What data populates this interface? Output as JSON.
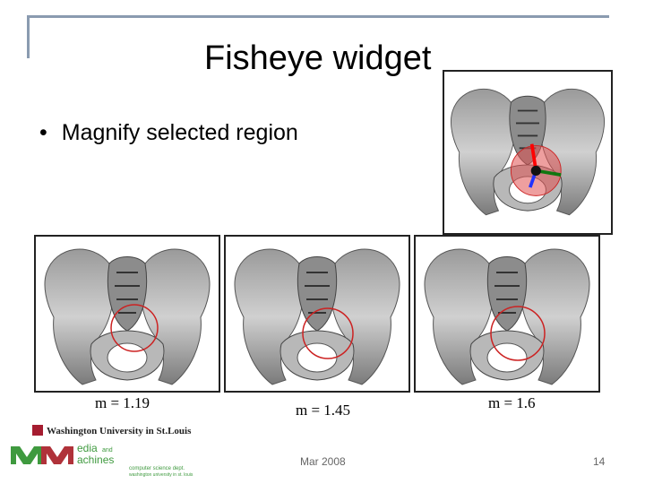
{
  "slide": {
    "title": "Fisheye widget",
    "bullet": "Magnify selected region",
    "captions": [
      "m = 1.19",
      "m = 1.45",
      "m = 1.6"
    ],
    "footer_date": "Mar 2008",
    "page_number": "14"
  },
  "logos": {
    "university": "Washington University in St.Louis",
    "lab_line1": "edia",
    "lab_line1_small": "and",
    "lab_line2": "achines",
    "dept_line1": "computer science dept.",
    "dept_line2": "washington university in st. louis"
  },
  "colors": {
    "frame": "#8a9bb0",
    "bone_dark": "#6a6a6a",
    "bone_light": "#c8c8c8",
    "fisheye_ring": "#cc2222",
    "logo_green": "#3f9a3f",
    "logo_red": "#b0323a"
  },
  "icons": {
    "bullet": "bullet-dot",
    "axis_widget": "3d-axis-widget-icon"
  }
}
